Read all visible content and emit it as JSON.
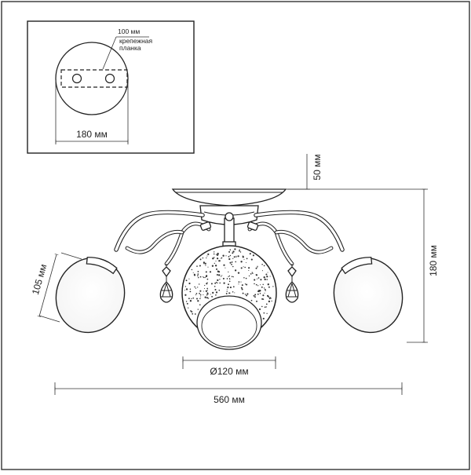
{
  "inset": {
    "plate_width_label": "100 мм",
    "plate_name_line1": "крепежная",
    "plate_name_line2": "планка",
    "base_width_label": "180 мм"
  },
  "dimensions": {
    "canopy_height": "50 мм",
    "total_height": "180 мм",
    "shade_size": "105 мм",
    "center_shade_diameter": "Ø120 мм",
    "total_width": "560 мм"
  },
  "colors": {
    "line": "#222222",
    "frame": "#333333",
    "background": "#ffffff"
  }
}
